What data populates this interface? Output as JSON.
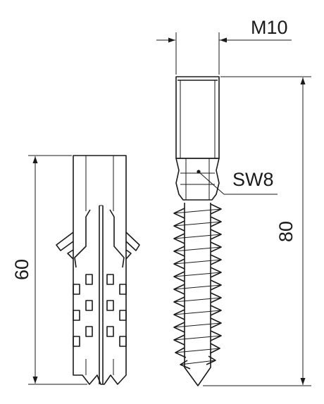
{
  "dimensions": {
    "thread_size": "M10",
    "wrench_size": "SW8",
    "screw_length": "80",
    "plug_length": "60"
  },
  "colors": {
    "line": "#1a1a1a",
    "background": "#ffffff"
  }
}
